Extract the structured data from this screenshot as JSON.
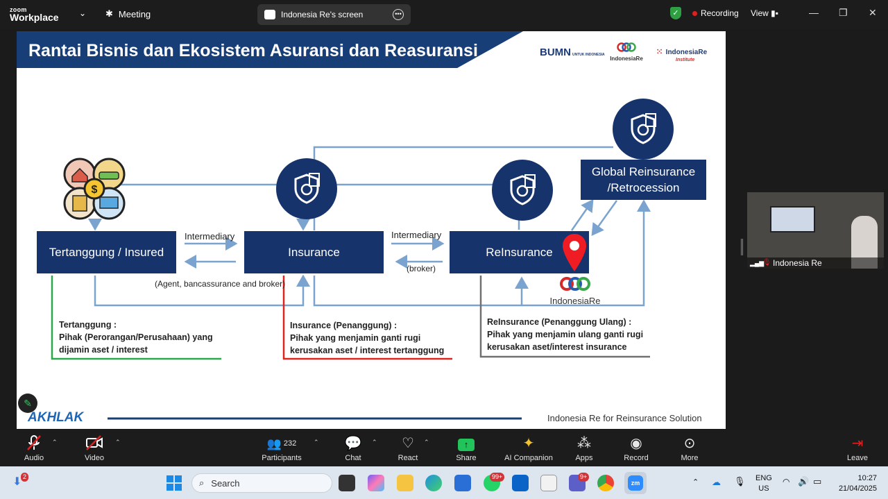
{
  "zoom": {
    "brand_top": "zoom",
    "brand_bottom": "Workplace",
    "meeting_label": "Meeting",
    "share_title": "Indonesia Re's screen",
    "recording_label": "Recording",
    "view_label": "View"
  },
  "slide": {
    "title": "Rantai Bisnis dan Ekosistem Asuransi dan Reasuransi",
    "logo_bumn": "BUMN",
    "logo_bumn_sub": "UNTUK INDONESIA",
    "logo_indonesiare": "IndonesiaRe",
    "logo_institute": "IndonesiaRe",
    "logo_institute_sub": "Institute",
    "boxes": {
      "insured": "Tertanggung / Insured",
      "insurance": "Insurance",
      "reinsurance": "ReInsurance",
      "global": "Global Reinsurance /Retrocession"
    },
    "intermediary_1": "Intermediary",
    "intermediary_2": "Intermediary",
    "agent_note": "(Agent, bancassurance and broker)",
    "broker_note": "(broker)",
    "indonesiare_mark": "IndonesiaRe",
    "desc_insured": [
      "Tertanggung :",
      "Pihak (Perorangan/Perusahaan) yang",
      "dijamin aset / interest"
    ],
    "desc_insurance": [
      "Insurance (Penanggung) :",
      "Pihak yang menjamin ganti rugi",
      "kerusakan aset / interest tertanggung"
    ],
    "desc_reinsurance": [
      "ReInsurance (Penanggung Ulang) :",
      "Pihak yang menjamin ulang ganti rugi",
      "kerusakan aset/interest insurance"
    ],
    "footer_logo": "AKHLAK",
    "footer_text": "Indonesia Re for Reinsurance Solution",
    "colors": {
      "navy": "#16336b",
      "green": "#2aa84a",
      "red": "#e0231d",
      "gray": "#707070",
      "arrow": "#7aa3cf"
    }
  },
  "video": {
    "name": "Indonesia Re"
  },
  "toolbar": {
    "audio": "Audio",
    "video": "Video",
    "participants": "Participants",
    "participants_count": "232",
    "chat": "Chat",
    "react": "React",
    "share": "Share",
    "ai": "AI Companion",
    "apps": "Apps",
    "record": "Record",
    "more": "More",
    "leave": "Leave"
  },
  "taskbar": {
    "search_placeholder": "Search",
    "notif_badge": "2",
    "whatsapp_badge": "99+",
    "teams_badge": "9+",
    "lang_top": "ENG",
    "lang_bottom": "US",
    "time": "10:27",
    "date": "21/04/2025"
  }
}
